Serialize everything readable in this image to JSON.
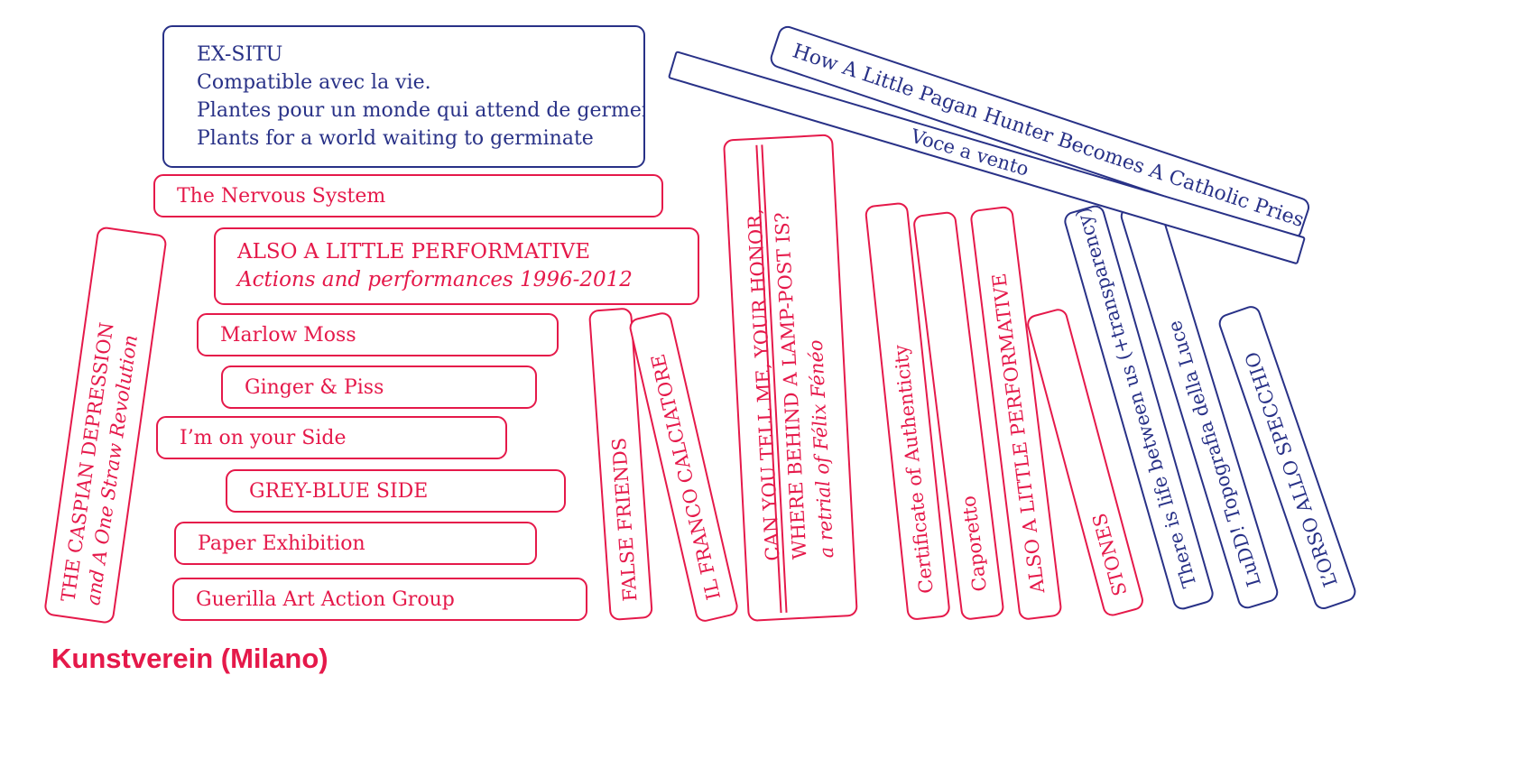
{
  "colors": {
    "red": "#e5194a",
    "blue": "#283187"
  },
  "books": {
    "ex_situ": [
      "EX-SITU",
      "Compatible avec la vie.",
      "Plantes pour un monde qui attend de germer /",
      "Plants for a world waiting to germinate"
    ],
    "nervous_system": "The Nervous System",
    "also_performative_title": "ALSO A LITTLE PERFORMATIVE",
    "also_performative_subtitle": "Actions and performances 1996-2012",
    "marlow_moss": "Marlow Moss",
    "ginger_piss": "Ginger & Piss",
    "on_your_side": "I’m on your Side",
    "grey_blue_side": "GREY-BLUE SIDE",
    "paper_exhibition": "Paper Exhibition",
    "guerilla_art": "Guerilla Art Action Group",
    "caspian_title": "THE CASPIAN DEPRESSION",
    "caspian_subtitle": "and A One Straw Revolution",
    "false_friends": "FALSE FRIENDS",
    "franco_calciatore": "IL FRANCO CALCIATORE",
    "honor": [
      "CAN YOU TELL ME, YOUR HONOR,",
      "WHERE BEHIND A LAMP-POST IS?",
      "a retrial of Félix Fénéo"
    ],
    "certificate": "Certificate of Authenticity",
    "caporetto": "Caporetto",
    "also_performative_spine": "ALSO A LITTLE PERFORMATIVE",
    "stones": "STONES",
    "transparency": "There is life between us (+transparency)",
    "ludd": "LuDD! Topografia della Luce",
    "orso": "L’ORSO ALLO SPECCHIO",
    "pagan_hunter": "How A Little Pagan Hunter Becomes A Catholic Priest",
    "voce_vento": "Voce a vento"
  },
  "footer": "Kunstverein (Milano)"
}
